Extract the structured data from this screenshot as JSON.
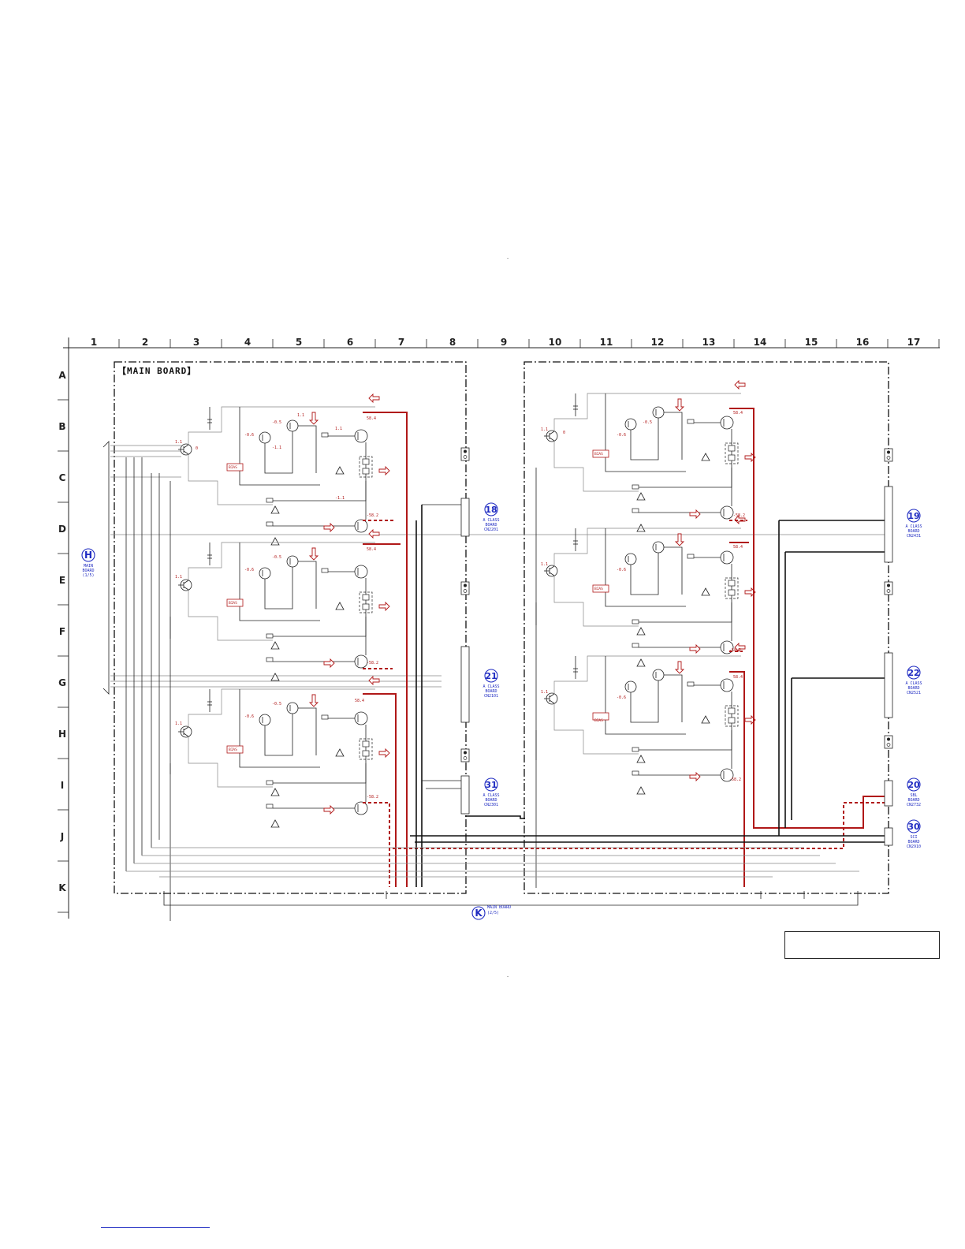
{
  "columns": [
    "1",
    "2",
    "3",
    "4",
    "5",
    "6",
    "7",
    "8",
    "9",
    "10",
    "11",
    "12",
    "13",
    "14",
    "15",
    "16",
    "17"
  ],
  "rows": [
    "A",
    "B",
    "C",
    "D",
    "E",
    "F",
    "G",
    "H",
    "I",
    "J",
    "K"
  ],
  "board_title": "【MAIN BOARD】",
  "amp_labels": {
    "bias": "BIAS",
    "v_in": "1.1",
    "v_zero": "0",
    "v_pre_a": "-0.6",
    "v_pre_b": "-0.5",
    "v_pre_c": "-1.1",
    "v_pre_d": "1.1",
    "v_plus_rail": "58.4",
    "v_minus_rail": "-58.2",
    "v_out_hi": "1.1",
    "v_out_lo": "-1.1"
  },
  "connectors": [
    {
      "id": "H",
      "label": "MAIN BOARD",
      "sub": "(1/5)"
    },
    {
      "id": "18",
      "label": "A CLASS BOARD",
      "sub": "CN2201"
    },
    {
      "id": "21",
      "label": "A CLASS BOARD",
      "sub": "CN2101"
    },
    {
      "id": "31",
      "label": "A CLASS BOARD",
      "sub": "CN2301"
    },
    {
      "id": "19",
      "label": "A CLASS BOARD",
      "sub": "CN2431"
    },
    {
      "id": "22",
      "label": "A CLASS BOARD",
      "sub": "CN2521"
    },
    {
      "id": "20",
      "label": "SBL BOARD",
      "sub": "CN2732"
    },
    {
      "id": "30",
      "label": "SCI BOARD",
      "sub": "CN2910"
    },
    {
      "id": "K",
      "label": "MAIN BOARD",
      "sub": "(2/5)"
    }
  ],
  "page_marks": {
    "top": "-",
    "bottom": "-"
  },
  "colors": {
    "ink": "#222222",
    "power_trace": "#b01818",
    "connector_ref": "#1f2bc2"
  }
}
